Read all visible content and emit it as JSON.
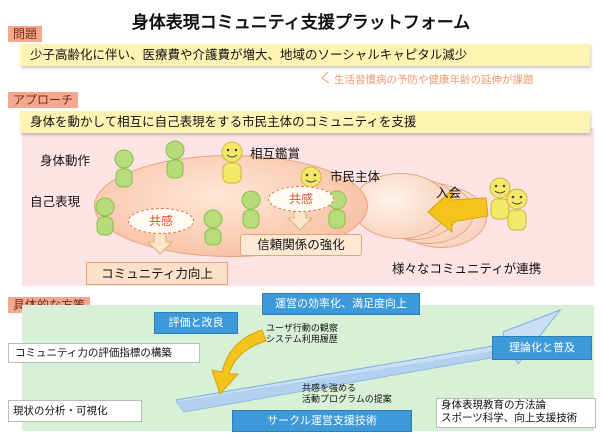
{
  "title": "身体表現コミュニティ支援プラットフォーム",
  "problem": {
    "tag": "問題",
    "statement": "少子高齢化に伴い、医療費や介護費が増大、地域のソーシャルキャピタル減少",
    "note": "生活習慣病の予防や健康年齢の延伸が課題"
  },
  "approach": {
    "tag": "アプローチ",
    "statement": "身体を動かして相互に自己表現をする市民主体のコミュニティを支援",
    "labels": {
      "body_motion": "身体動作",
      "self_expression": "自己表現",
      "mutual_appreciation": "相互鑑賞",
      "citizen_led": "市民主体",
      "join": "入会",
      "empathy_1": "共感",
      "empathy_2": "共感",
      "trust": "信頼関係の強化",
      "community_up": "コミュニティ力向上",
      "linked": "様々なコミュニティが連携"
    }
  },
  "plan": {
    "tag": "具体的な方策",
    "efficiency": "運営の効率化、満足度向上",
    "evaluation": "評価と改良",
    "observation_1": "ユーザ行動の観察",
    "observation_2": "システム利用履歴",
    "indicator": "コミュニティ力の評価指標の構築",
    "theory": "理論化と普及",
    "empathy_program_1": "共感を強める",
    "empathy_program_2": "活動プログラムの提案",
    "analysis": "現状の分析・可視化",
    "circle_support": "サークル運営支援技術",
    "education_1": "身体表現教育の方法論",
    "education_2": "スポーツ科学、向上支援技術"
  },
  "colors": {
    "tag_bg": "#f4a98f",
    "banner_bg": "#fff3b4",
    "approach_bg": "#fde4e4",
    "plan_bg": "#d8f0d6",
    "blue_box": "#3d9ad8",
    "figure_green": "#b7dd7a",
    "figure_yellow": "#f4e86a",
    "arrow_yellow": "#f3c51b"
  }
}
